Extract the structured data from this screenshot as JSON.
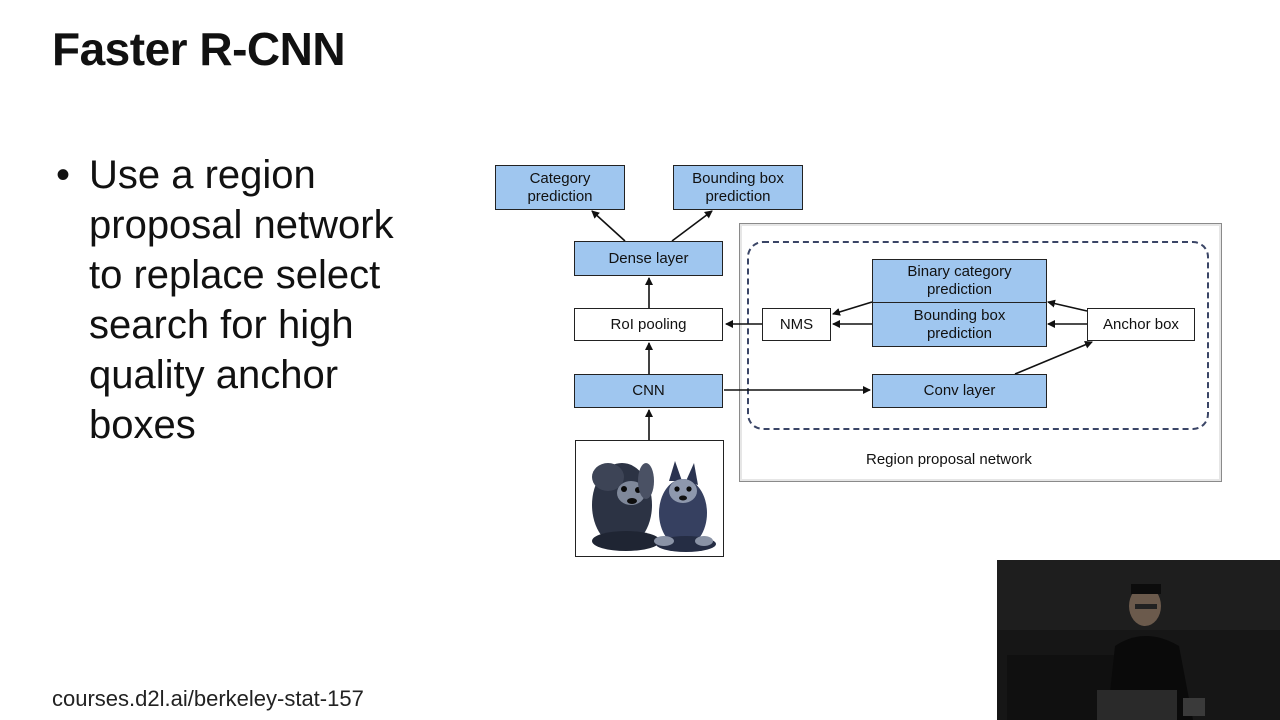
{
  "slide": {
    "title": "Faster R-CNN",
    "bullet_marker": "•",
    "bullet_text": "Use a region proposal network to replace select search for high quality anchor boxes",
    "footer": "courses.d2l.ai/berkeley-stat-157"
  },
  "diagram": {
    "category_prediction": "Category prediction",
    "bbox_prediction_top": "Bounding box prediction",
    "dense_layer": "Dense layer",
    "roi_pooling": "RoI pooling",
    "cnn": "CNN",
    "nms": "NMS",
    "binary_category_prediction": "Binary category prediction",
    "bbox_prediction_rpn": "Bounding box prediction",
    "anchor_box": "Anchor box",
    "conv_layer": "Conv layer",
    "rpn_label": "Region proposal network"
  },
  "colors": {
    "box_blue": "#9fc6ef",
    "dashed_border": "#3a4566"
  }
}
